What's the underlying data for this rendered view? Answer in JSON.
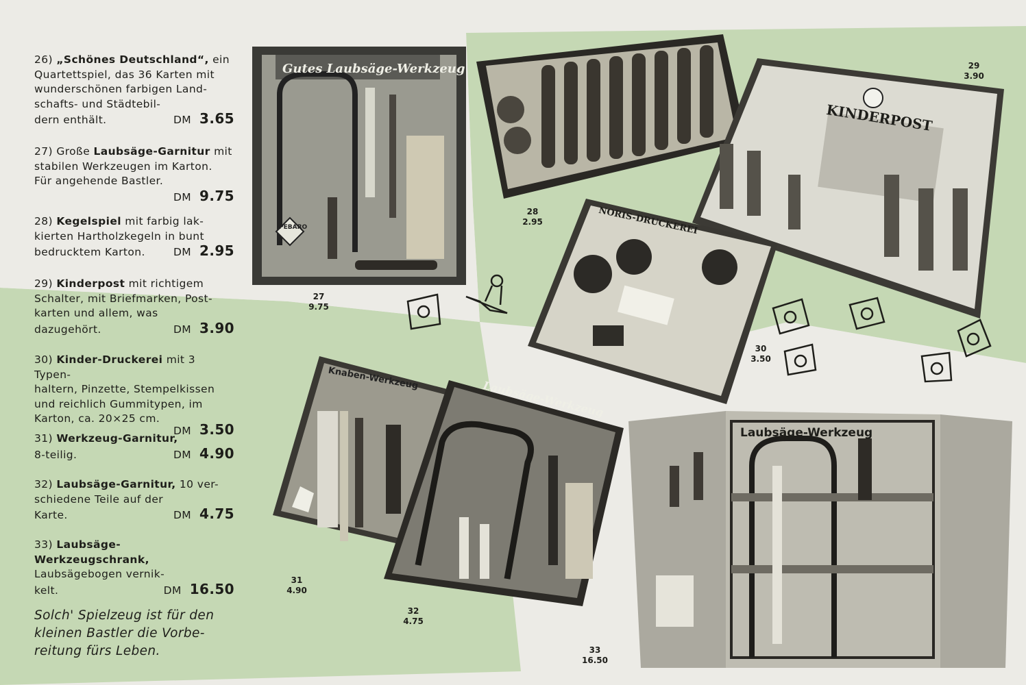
{
  "entries": [
    {
      "num": "26)",
      "name": "„Schönes Deutschland“,",
      "lines": [
        "ein",
        "Quartettspiel, das 36 Karten mit",
        "wunderschönen farbigen Land-",
        "schafts- und Städtebil-",
        "dern enthält."
      ],
      "dm": "DM",
      "price": "3.65"
    },
    {
      "num": "27)",
      "pre": "Große",
      "name": "Laubsäge-Garnitur",
      "lines": [
        "mit",
        "stabilen Werkzeugen im Karton.",
        "Für angehende Bastler."
      ],
      "dm": "DM",
      "price": "9.75"
    },
    {
      "num": "28)",
      "name": "Kegelspiel",
      "lines": [
        "mit farbig lak-",
        "kierten Hartholzkegeln in bunt",
        "bedrucktem Karton."
      ],
      "dm": "DM",
      "price": "2.95"
    },
    {
      "num": "29)",
      "name": "Kinderpost",
      "lines": [
        "mit richtigem",
        "Schalter, mit Briefmarken, Post-",
        "karten und allem, was",
        "dazugehört."
      ],
      "dm": "DM",
      "price": "3.90"
    },
    {
      "num": "30)",
      "name": "Kinder-Druckerei",
      "lines": [
        "mit 3 Typen-",
        "haltern, Pinzette, Stempelkissen",
        "und reichlich Gummitypen, im",
        "Karton, ca. 20×25 cm."
      ],
      "dm": "DM",
      "price": "3.50"
    },
    {
      "num": "31)",
      "name": "Werkzeug-Garnitur,",
      "lines": [
        "",
        "8-teilig."
      ],
      "dm": "DM",
      "price": "4.90"
    },
    {
      "num": "32)",
      "name": "Laubsäge-Garnitur,",
      "lines": [
        "10 ver-",
        "schiedene Teile auf der",
        "Karte."
      ],
      "dm": "DM",
      "price": "4.75"
    },
    {
      "num": "33)",
      "name": "Laubsäge-Werkzeugschrank,",
      "lines": [
        "",
        "Laubsägebogen vernik-",
        "kelt."
      ],
      "dm": "DM",
      "price": "16.50"
    }
  ],
  "slogan": [
    "Solch' Spielzeug ist für den",
    "kleinen Bastler die Vorbe-",
    "reitung fürs Leben."
  ],
  "captions": [
    {
      "num": "27",
      "price": "9.75"
    },
    {
      "num": "28",
      "price": "2.95"
    },
    {
      "num": "29",
      "price": "3.90"
    },
    {
      "num": "30",
      "price": "3.50"
    },
    {
      "num": "31",
      "price": "4.90"
    },
    {
      "num": "32",
      "price": "4.75"
    },
    {
      "num": "33",
      "price": "16.50"
    }
  ],
  "box_labels": {
    "laubsaege_27": "Gutes Laubsäge-Werkzeug",
    "kinderpost": "KINDERPOST",
    "druckerei": "NORIS-DRUCKEREI",
    "knaben": "Knaben-Werkzeug",
    "laubsaege_32": "Laubsäge-Werkzeug",
    "laubsaege_33": "Laubsäge-Werkzeug",
    "pebaro": "PEBARO"
  },
  "colors": {
    "paper": "#ecebe6",
    "green": "#c5d8b4",
    "ink": "#1e1e1a"
  }
}
